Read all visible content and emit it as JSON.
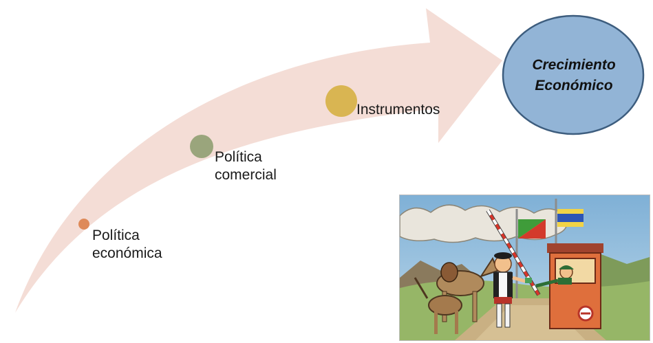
{
  "steps": [
    {
      "label": "Política\neconómica",
      "color": "#de8a59"
    },
    {
      "label": "Política\ncomercial",
      "color": "#9aa57c"
    },
    {
      "label": "Instrumentos",
      "color": "#d9b552"
    }
  ],
  "goal": {
    "label": "Crecimiento\nEconómico",
    "fill": "#92b4d6",
    "stroke": "#3d5d7e"
  },
  "arrow_color": "#f4ddd6",
  "illustration": {
    "name": "border-crossing-cartoon"
  }
}
